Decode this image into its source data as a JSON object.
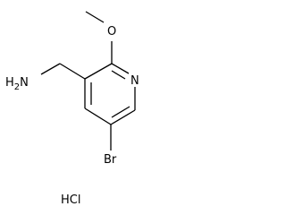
{
  "molecule": {
    "atoms": {
      "amine": "H2N",
      "methoxy_oxygen": "O",
      "ring_nitrogen": "N",
      "bromine": "Br"
    },
    "salt": "HCl"
  }
}
